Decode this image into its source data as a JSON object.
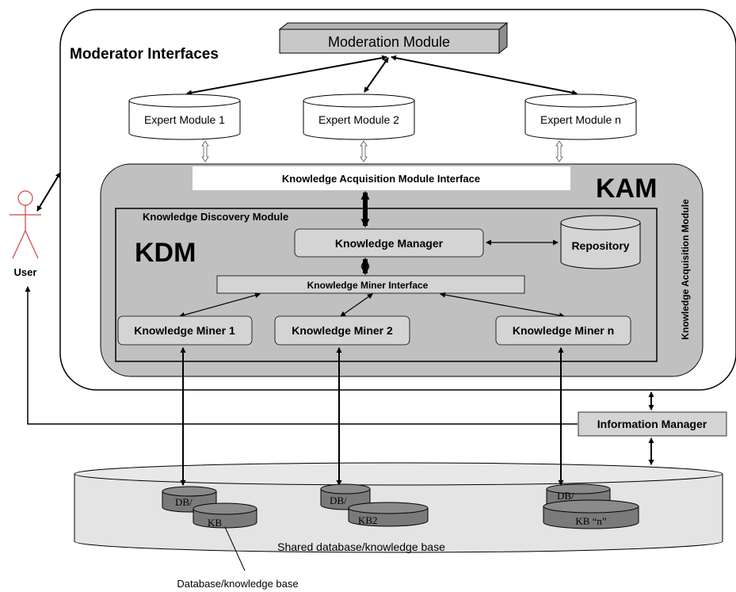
{
  "moderator_interfaces": {
    "title": "Moderator Interfaces"
  },
  "moderation_module": {
    "label": "Moderation Module"
  },
  "expert_modules": [
    {
      "label": "Expert Module 1"
    },
    {
      "label": "Expert Module 2"
    },
    {
      "label": "Expert Module n"
    }
  ],
  "kam": {
    "interface_label": "Knowledge Acquisition Module Interface",
    "short": "KAM",
    "vertical_label": "Knowledge Acquisition Module"
  },
  "kdm": {
    "title": "Knowledge Discovery Module",
    "short": "KDM",
    "manager_label": "Knowledge Manager",
    "repository_label": "Repository",
    "miner_interface_label": "Knowledge Miner Interface",
    "miners": [
      {
        "label": "Knowledge Miner 1"
      },
      {
        "label": "Knowledge Miner 2"
      },
      {
        "label": "Knowledge Miner n"
      }
    ]
  },
  "user": {
    "label": "User"
  },
  "information_manager": {
    "label": "Information Manager"
  },
  "shared_db": {
    "label": "Shared database/knowledge base",
    "db_labels": [
      "DB/",
      "DB/",
      "DB/"
    ],
    "kb_labels": [
      "KB",
      "KB2",
      "KB “n”"
    ]
  },
  "db_kb_caption": {
    "label": "Database/knowledge base"
  },
  "colors": {
    "kam_fill": "#c0c0c0",
    "module_fill": "#d4d4d4",
    "cylinder_dark": "#7a7a7a",
    "shared_db_fill": "#e4e4e4"
  }
}
